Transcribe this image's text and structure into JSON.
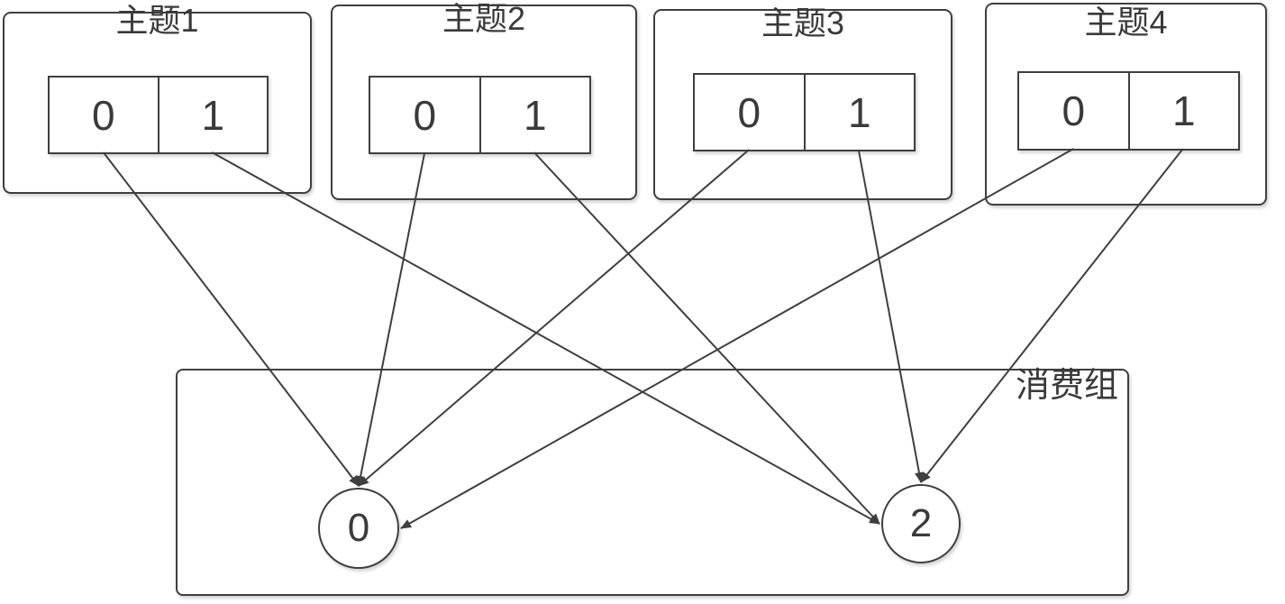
{
  "diagram": {
    "background": "#ffffff",
    "stroke_color": "#3f3f3f",
    "text_color": "#3a3a3a",
    "topics": [
      {
        "title": "主题1",
        "partitions": [
          "0",
          "1"
        ]
      },
      {
        "title": "主题2",
        "partitions": [
          "0",
          "1"
        ]
      },
      {
        "title": "主题3",
        "partitions": [
          "0",
          "1"
        ]
      },
      {
        "title": "主题4",
        "partitions": [
          "0",
          "1"
        ]
      }
    ],
    "consumer_group": {
      "label": "消费组",
      "consumers": [
        "0",
        "2"
      ]
    },
    "connections": [
      {
        "from": "t1p0",
        "to": "c0",
        "anchor": "top"
      },
      {
        "from": "t1p1",
        "to": "c2",
        "anchor": "left"
      },
      {
        "from": "t2p0",
        "to": "c0",
        "anchor": "top"
      },
      {
        "from": "t2p1",
        "to": "c2",
        "anchor": "left"
      },
      {
        "from": "t3p0",
        "to": "c0",
        "anchor": "top"
      },
      {
        "from": "t3p1",
        "to": "c2",
        "anchor": "top"
      },
      {
        "from": "t4p0",
        "to": "c0",
        "anchor": "right"
      },
      {
        "from": "t4p1",
        "to": "c2",
        "anchor": "top"
      }
    ]
  }
}
